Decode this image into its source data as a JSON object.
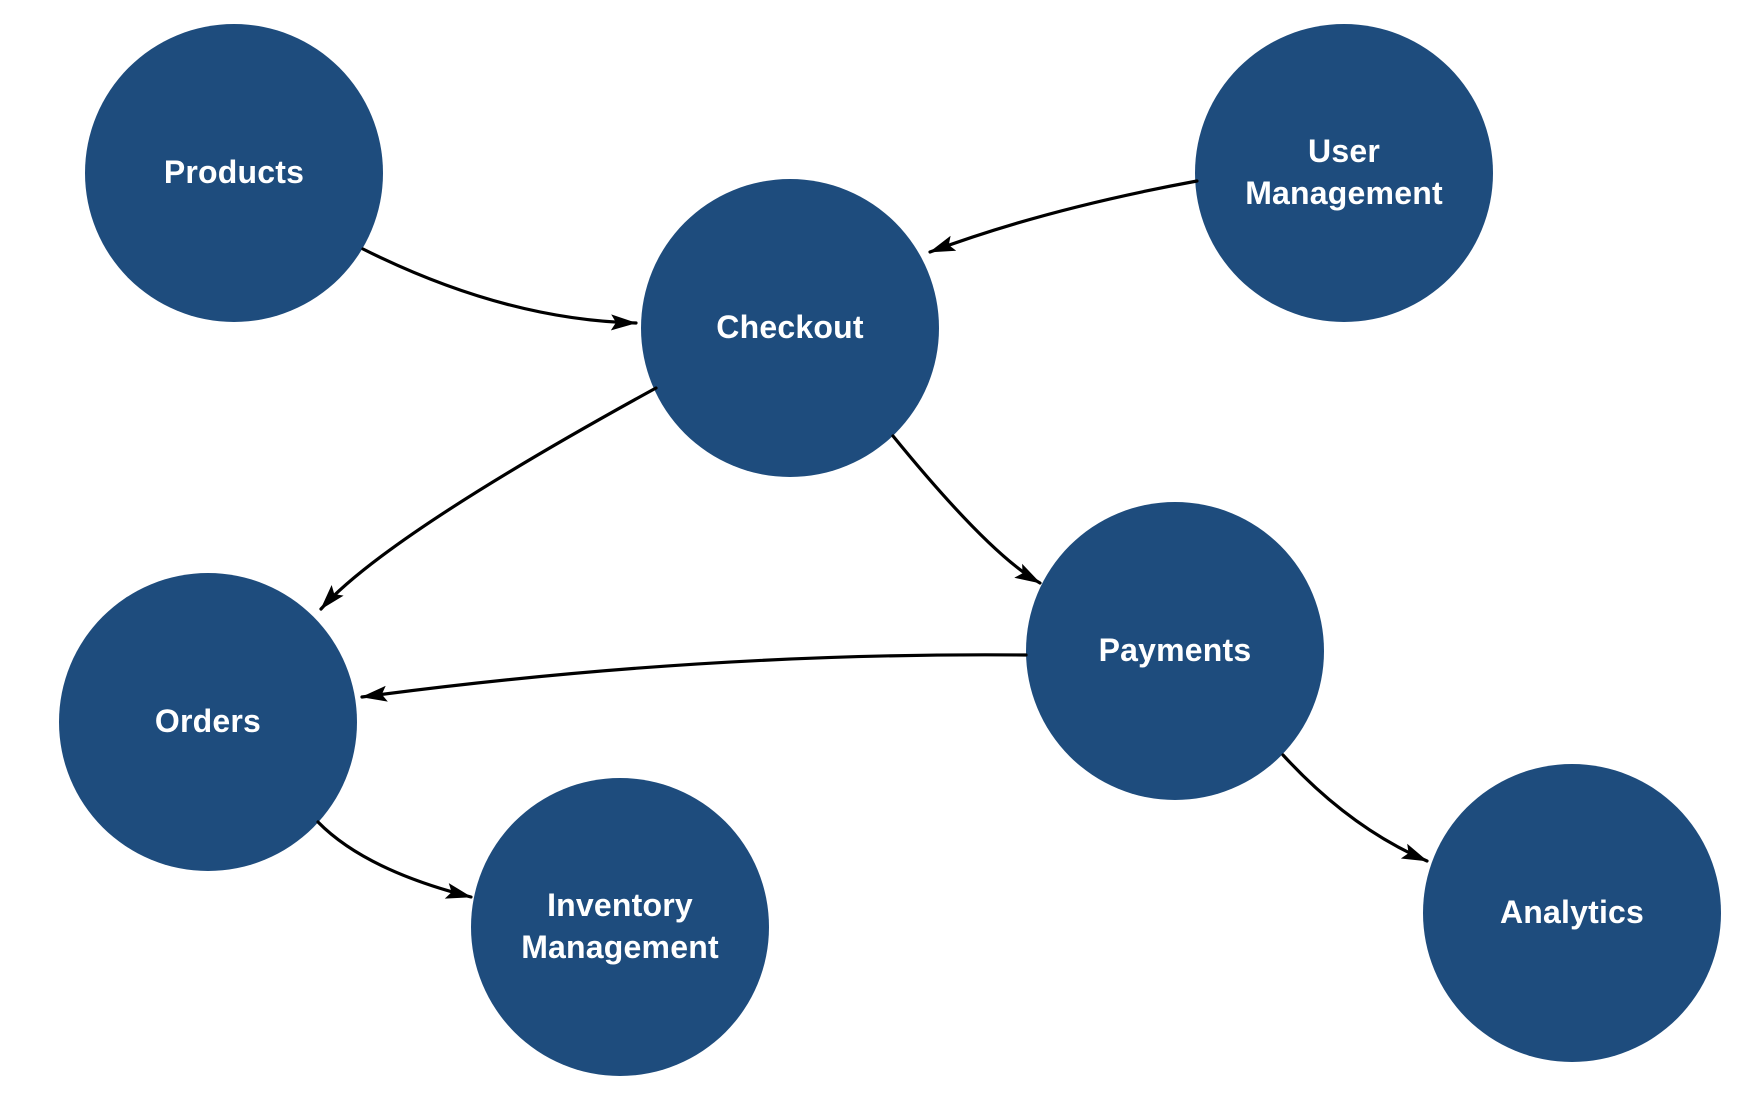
{
  "diagram": {
    "background_color": "#ffffff",
    "node_fill_color": "#1E4C7D",
    "node_text_color": "#ffffff",
    "arrow_color": "#000000",
    "nodes": [
      {
        "id": "products",
        "label": "Products"
      },
      {
        "id": "user-management",
        "label": "User Management"
      },
      {
        "id": "checkout",
        "label": "Checkout"
      },
      {
        "id": "orders",
        "label": "Orders"
      },
      {
        "id": "payments",
        "label": "Payments"
      },
      {
        "id": "inventory-management",
        "label": "Inventory Management"
      },
      {
        "id": "analytics",
        "label": "Analytics"
      }
    ],
    "edges": [
      {
        "from": "products",
        "to": "checkout"
      },
      {
        "from": "user-management",
        "to": "checkout"
      },
      {
        "from": "checkout",
        "to": "orders"
      },
      {
        "from": "checkout",
        "to": "payments"
      },
      {
        "from": "payments",
        "to": "orders"
      },
      {
        "from": "orders",
        "to": "inventory-management"
      },
      {
        "from": "payments",
        "to": "analytics"
      }
    ]
  }
}
